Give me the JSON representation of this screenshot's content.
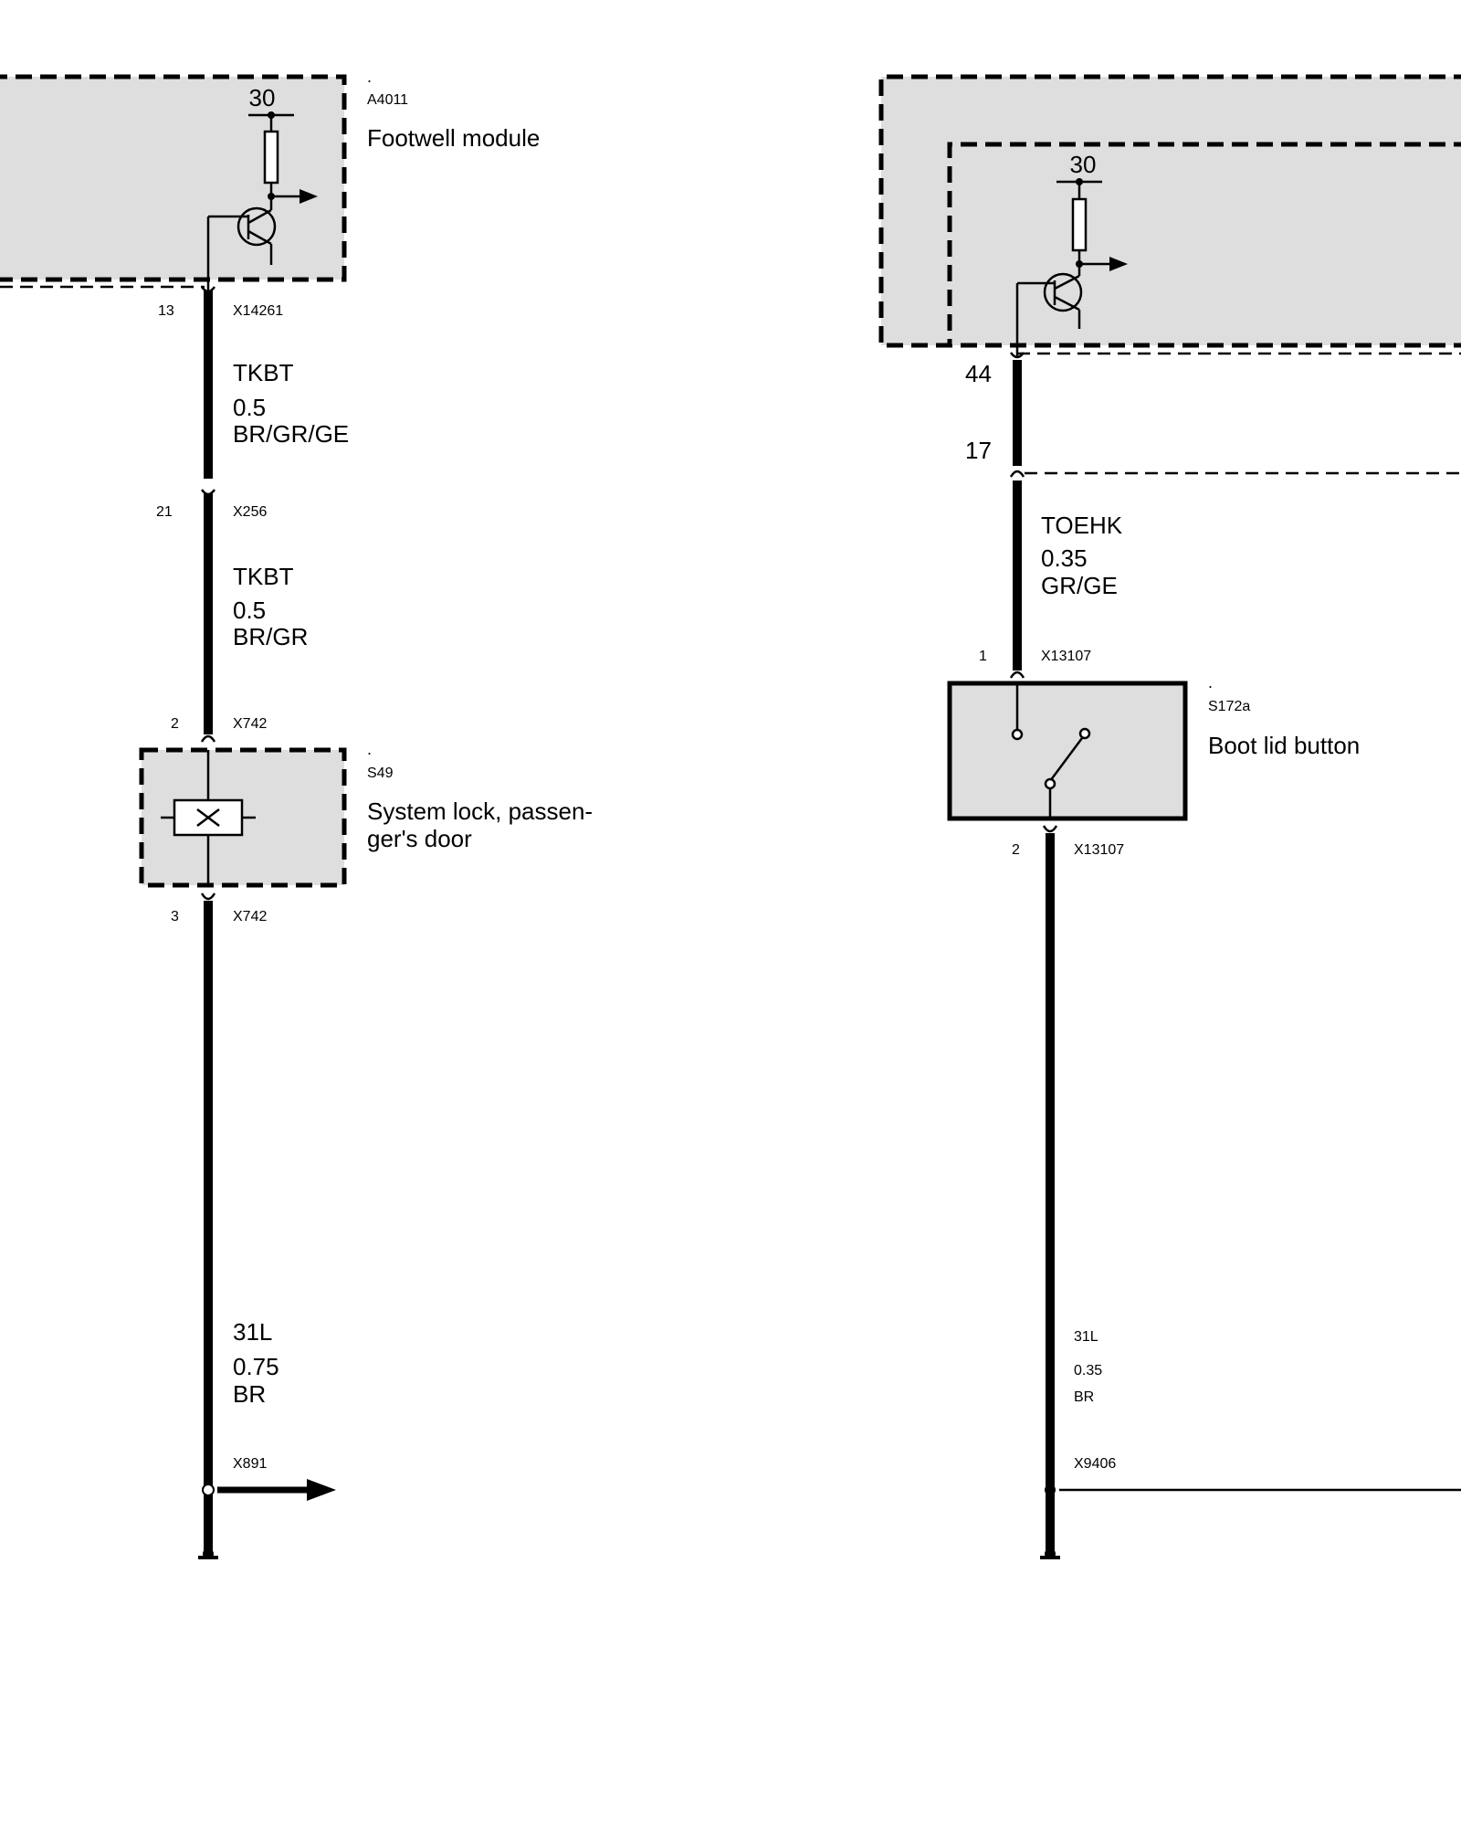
{
  "left": {
    "module": {
      "ref": "A4011",
      "dot": ".",
      "name": "Footwell module",
      "supply": "30"
    },
    "conn_top": {
      "pin": "13",
      "id": "X14261"
    },
    "wire1": {
      "signal": "TKBT",
      "size": "0.5",
      "color": "BR/GR/GE"
    },
    "conn_mid": {
      "pin": "21",
      "id": "X256"
    },
    "wire2": {
      "signal": "TKBT",
      "size": "0.5",
      "color": "BR/GR"
    },
    "lock_in": {
      "pin": "2",
      "id": "X742"
    },
    "lock": {
      "ref": "S49",
      "dot": ".",
      "name_line1": "System lock, passen-",
      "name_line2": "ger's door"
    },
    "lock_out": {
      "pin": "3",
      "id": "X742"
    },
    "ground_wire": {
      "signal": "31L",
      "size": "0.75",
      "color": "BR"
    },
    "ground_conn": {
      "id": "X891"
    }
  },
  "right": {
    "module": {
      "supply": "30"
    },
    "pin_a": "44",
    "pin_b": "17",
    "wire1": {
      "signal": "TOEHK",
      "size": "0.35",
      "color": "GR/GE"
    },
    "btn_in": {
      "pin": "1",
      "id": "X13107"
    },
    "button": {
      "ref": "S172a",
      "dot": ".",
      "name": "Boot lid button"
    },
    "btn_out": {
      "pin": "2",
      "id": "X13107"
    },
    "ground_wire": {
      "signal": "31L",
      "size": "0.35",
      "color": "BR"
    },
    "ground_conn": {
      "id": "X9406"
    }
  }
}
